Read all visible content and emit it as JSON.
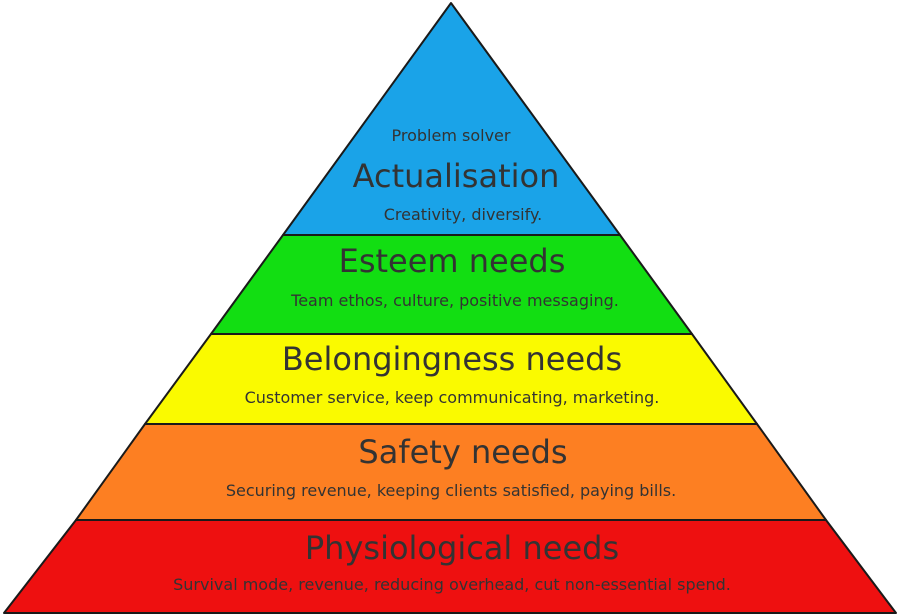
{
  "tiers": [
    {
      "id": "actualisation",
      "pre": "Problem solver",
      "title": "Actualisation",
      "description": "Creativity, diversify.",
      "color": "#1aa3e8"
    },
    {
      "id": "esteem",
      "title": "Esteem needs",
      "description": "Team ethos, culture, positive messaging.",
      "color": "#12de12"
    },
    {
      "id": "belongingness",
      "title": "Belongingness needs",
      "description": "Customer service, keep communicating, marketing.",
      "color": "#fafa00"
    },
    {
      "id": "safety",
      "title": "Safety needs",
      "description": "Securing revenue, keeping clients satisfied, paying bills.",
      "color": "#fd7f22"
    },
    {
      "id": "physiological",
      "title": "Physiological needs",
      "description": "Survival mode, revenue, reducing overhead, cut non-essential spend.",
      "color": "#ee1010"
    }
  ],
  "outline_color": "#1a1a1a"
}
